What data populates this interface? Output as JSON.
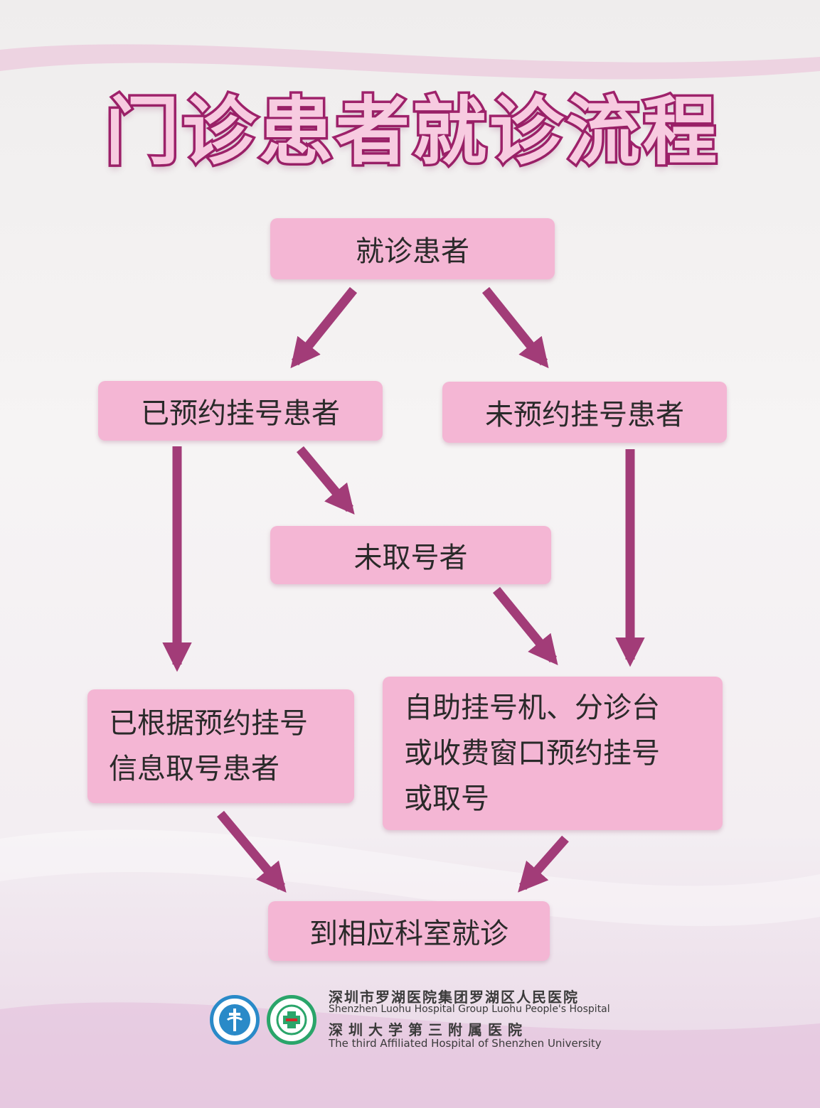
{
  "title": "门诊患者就诊流程",
  "colors": {
    "box": "#f4b6d4",
    "arrow": "#a23c78",
    "title_stroke": "#a0236c",
    "title_fill": "#f7cbe0"
  },
  "nodes": {
    "start": "就诊患者",
    "booked": "已预约挂号患者",
    "unbooked": "未预约挂号患者",
    "not_collected": "未取号者",
    "collected": "已根据预约挂号\n信息取号患者",
    "self_service": "自助挂号机、分诊台\n或收费窗口预约挂号\n或取号",
    "end": "到相应科室就诊"
  },
  "footer": {
    "org_cn_1": "深圳市罗湖医院集团罗湖区人民医院",
    "org_en_1": "Shenzhen Luohu Hospital Group  Luohu People's Hospital",
    "org_cn_2": "深圳大学第三附属医院",
    "org_en_2": "The third Affiliated Hospital of Shenzhen University",
    "logos": [
      "hospital-group-logo",
      "peoples-hospital-logo"
    ]
  }
}
